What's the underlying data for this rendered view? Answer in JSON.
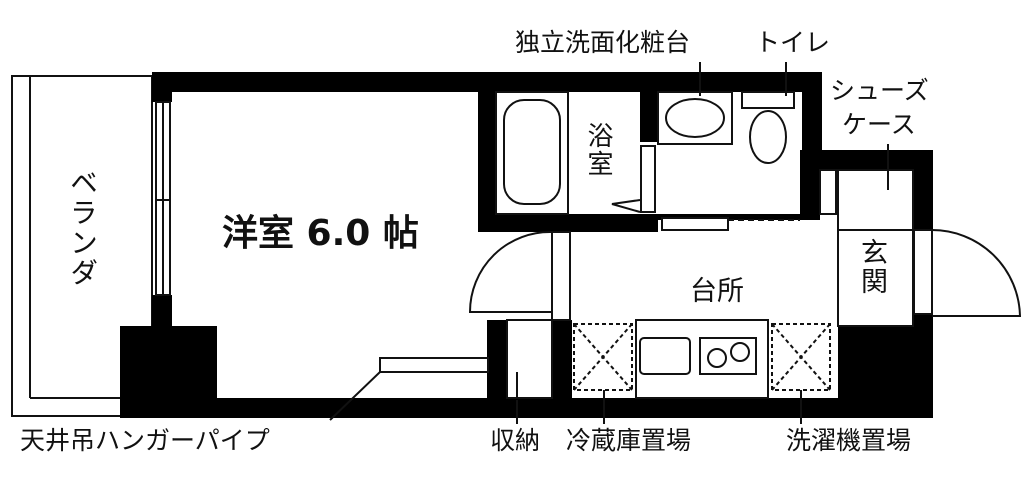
{
  "floor_plan": {
    "rooms": {
      "western_room": "洋室 6.0 帖",
      "veranda": "ベランダ",
      "bathroom": "浴室",
      "kitchen": "台所",
      "entrance": "玄関"
    },
    "callouts": {
      "vanity": "独立洗面化粧台",
      "toilet": "トイレ",
      "shoe_case_line1": "シューズ",
      "shoe_case_line2": "ケース",
      "hanger_pipe": "天井吊ハンガーパイプ",
      "storage": "収納",
      "fridge_space": "冷蔵庫置場",
      "washer_space": "洗濯機置場"
    },
    "colors": {
      "wall": "#000000",
      "background": "#ffffff",
      "line": "#111111"
    }
  }
}
